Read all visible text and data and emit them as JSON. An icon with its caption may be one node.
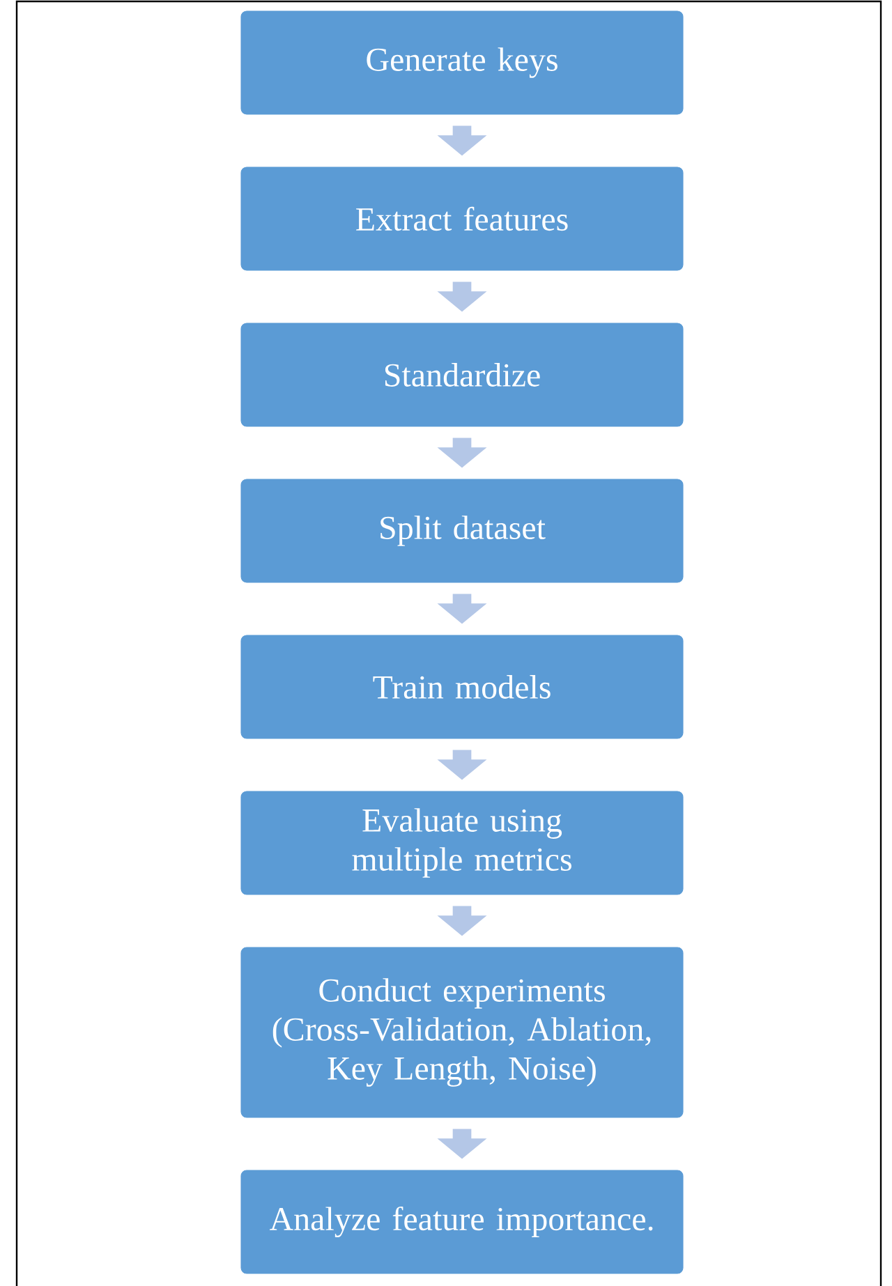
{
  "diagram": {
    "nodes": [
      {
        "text": [
          "Generate keys"
        ]
      },
      {
        "text": [
          "Extract features"
        ]
      },
      {
        "text": [
          "Standardize"
        ]
      },
      {
        "text": [
          "Split dataset"
        ]
      },
      {
        "text": [
          "Train models"
        ]
      },
      {
        "text": [
          "Evaluate using multiple metrics"
        ]
      },
      {
        "text": [
          "Conduct experiments (Cross-Validation, Ablation, Key Length, Noise)"
        ]
      },
      {
        "text": [
          "Analyze feature importance."
        ]
      }
    ],
    "edges": [
      {
        "from": 0,
        "to": 1,
        "arrow": "to"
      },
      {
        "from": 1,
        "to": 2,
        "arrow": "to"
      },
      {
        "from": 2,
        "to": 3,
        "arrow": "to"
      },
      {
        "from": 3,
        "to": 4,
        "arrow": "to"
      },
      {
        "from": 4,
        "to": 5,
        "arrow": "to"
      },
      {
        "from": 5,
        "to": 6,
        "arrow": "to"
      },
      {
        "from": 6,
        "to": 7,
        "arrow": "to"
      }
    ]
  }
}
